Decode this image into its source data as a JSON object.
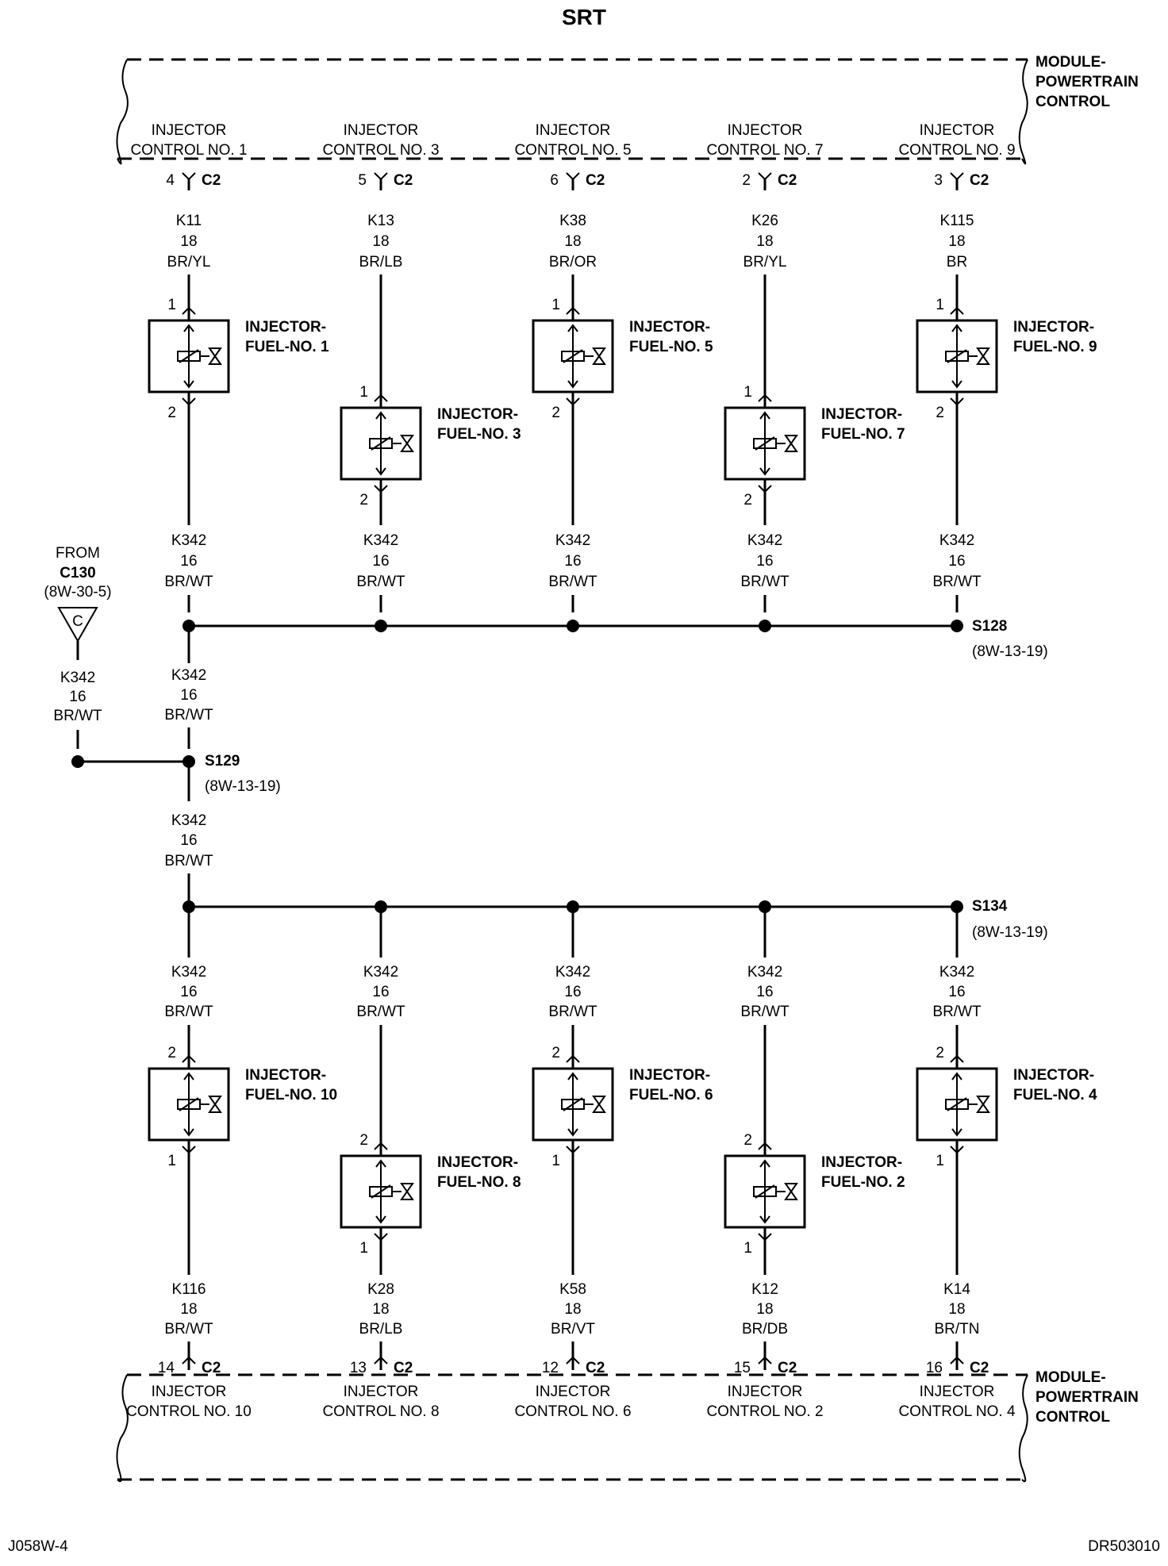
{
  "title": "SRT",
  "module_label": [
    "MODULE-",
    "POWERTRAIN",
    "CONTROL"
  ],
  "connector_id": "C2",
  "top_pins": [
    {
      "name": "INJECTOR",
      "sub": "CONTROL NO. 1",
      "pin": "4",
      "circuit": "K11",
      "gauge": "18",
      "color": "BR/YL",
      "injector": "1"
    },
    {
      "name": "INJECTOR",
      "sub": "CONTROL NO. 3",
      "pin": "5",
      "circuit": "K13",
      "gauge": "18",
      "color": "BR/LB",
      "injector": "3"
    },
    {
      "name": "INJECTOR",
      "sub": "CONTROL NO. 5",
      "pin": "6",
      "circuit": "K38",
      "gauge": "18",
      "color": "BR/OR",
      "injector": "5"
    },
    {
      "name": "INJECTOR",
      "sub": "CONTROL NO. 7",
      "pin": "2",
      "circuit": "K26",
      "gauge": "18",
      "color": "BR/YL",
      "injector": "7"
    },
    {
      "name": "INJECTOR",
      "sub": "CONTROL NO. 9",
      "pin": "3",
      "circuit": "K115",
      "gauge": "18",
      "color": "BR",
      "injector": "9"
    }
  ],
  "bottom_pins": [
    {
      "name": "INJECTOR",
      "sub": "CONTROL NO. 10",
      "pin": "14",
      "circuit": "K116",
      "gauge": "18",
      "color": "BR/WT",
      "injector": "10"
    },
    {
      "name": "INJECTOR",
      "sub": "CONTROL NO. 8",
      "pin": "13",
      "circuit": "K28",
      "gauge": "18",
      "color": "BR/LB",
      "injector": "8"
    },
    {
      "name": "INJECTOR",
      "sub": "CONTROL NO. 6",
      "pin": "12",
      "circuit": "K58",
      "gauge": "18",
      "color": "BR/VT",
      "injector": "6"
    },
    {
      "name": "INJECTOR",
      "sub": "CONTROL NO. 2",
      "pin": "15",
      "circuit": "K12",
      "gauge": "18",
      "color": "BR/DB",
      "injector": "2"
    },
    {
      "name": "INJECTOR",
      "sub": "CONTROL NO. 4",
      "pin": "16",
      "circuit": "K14",
      "gauge": "18",
      "color": "BR/TN",
      "injector": "4"
    }
  ],
  "injector_label_prefix": "INJECTOR-",
  "injector_label_fuel": "FUEL-NO.",
  "common_wire": {
    "circuit": "K342",
    "gauge": "16",
    "color": "BR/WT"
  },
  "pin_numbers": {
    "one": "1",
    "two": "2"
  },
  "splices": {
    "s128": {
      "id": "S128",
      "ref": "(8W-13-19)"
    },
    "s129": {
      "id": "S129",
      "ref": "(8W-13-19)"
    },
    "s134": {
      "id": "S134",
      "ref": "(8W-13-19)"
    }
  },
  "from_connector": {
    "from": "FROM",
    "connector": "C130",
    "ref": "(8W-30-5)",
    "letter": "C"
  },
  "footer": {
    "left": "J058W-4",
    "right": "DR503010"
  }
}
